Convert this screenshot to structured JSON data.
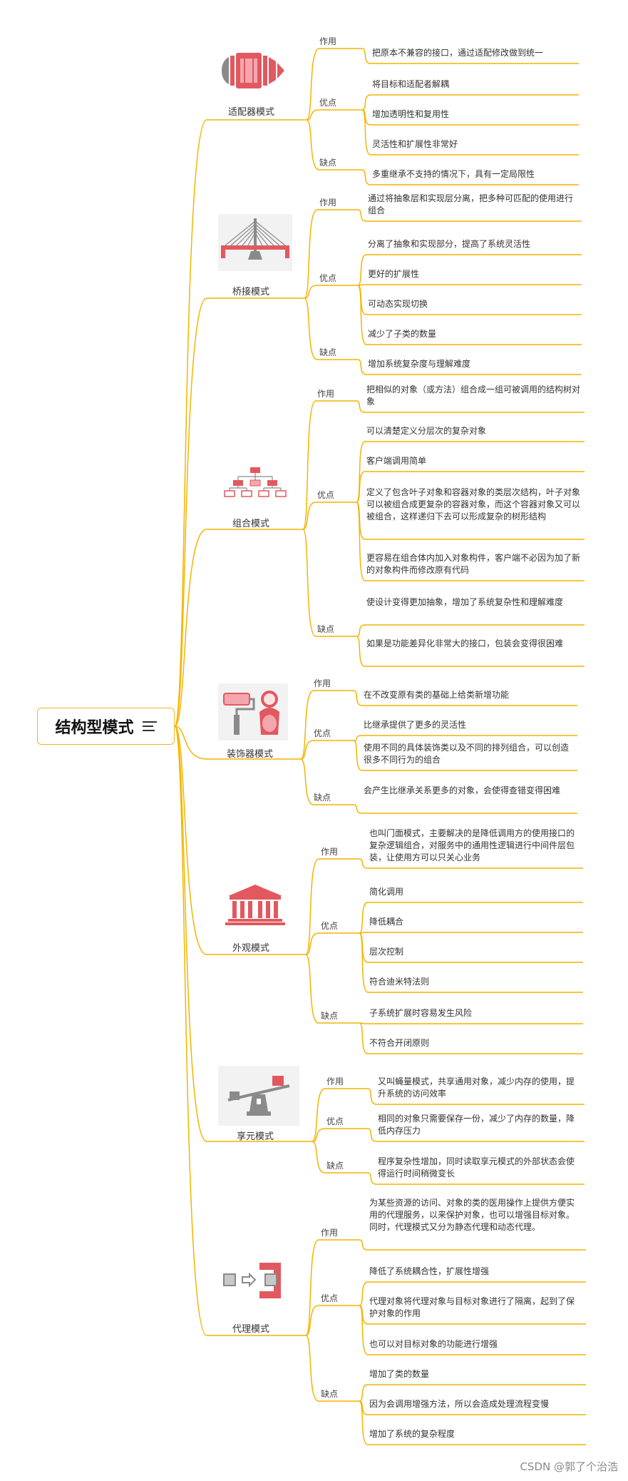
{
  "root": {
    "title": "结构型模式"
  },
  "patterns": [
    {
      "name": "适配器模式",
      "icon": "adapter-icon",
      "groups": [
        {
          "label": "作用",
          "items": [
            "把原本不兼容的接口，通过适配修改做到统一"
          ]
        },
        {
          "label": "优点",
          "items": [
            "将目标和适配者解耦",
            "增加透明性和复用性",
            "灵活性和扩展性非常好"
          ]
        },
        {
          "label": "缺点",
          "items": [
            "多重继承不支持的情况下，具有一定局限性"
          ]
        }
      ]
    },
    {
      "name": "桥接模式",
      "icon": "bridge-icon",
      "groups": [
        {
          "label": "作用",
          "items": [
            "通过将抽象层和实现层分离，把多种可匹配的使用进行组合"
          ]
        },
        {
          "label": "优点",
          "items": [
            "分离了抽象和实现部分，提高了系统灵活性",
            "更好的扩展性",
            "可动态实现切换",
            "减少了子类的数量"
          ]
        },
        {
          "label": "缺点",
          "items": [
            "增加系统复杂度与理解难度"
          ]
        }
      ]
    },
    {
      "name": "组合模式",
      "icon": "composite-tree-icon",
      "groups": [
        {
          "label": "作用",
          "items": [
            "把相似的对象（或方法）组合成一组可被调用的结构树对象"
          ]
        },
        {
          "label": "优点",
          "items": [
            "可以清楚定义分层次的复杂对象",
            "客户端调用简单",
            "定义了包含叶子对象和容器对象的类层次结构，叶子对象可以被组合成更复杂的容器对象，而这个容器对象又可以被组合，这样递归下去可以形成复杂的树形结构",
            "更容易在组合体内加入对象构件，客户端不必因为加了新的对象构件而修改原有代码"
          ]
        },
        {
          "label": "缺点",
          "items": [
            "使设计变得更加抽象，增加了系统复杂性和理解难度",
            "如果是功能差异化非常大的接口，包装会变得很困难"
          ]
        }
      ]
    },
    {
      "name": "装饰器模式",
      "icon": "decorator-icon",
      "groups": [
        {
          "label": "作用",
          "items": [
            "在不改变原有类的基础上给类新增功能"
          ]
        },
        {
          "label": "优点",
          "items": [
            "比继承提供了更多的灵活性",
            "使用不同的具体装饰类以及不同的排列组合，可以创造很多不同行为的组合"
          ]
        },
        {
          "label": "缺点",
          "items": [
            "会产生比继承关系更多的对象，会使得查错变得困难"
          ]
        }
      ]
    },
    {
      "name": "外观模式",
      "icon": "facade-building-icon",
      "groups": [
        {
          "label": "作用",
          "items": [
            "也叫门面模式，主要解决的是降低调用方的使用接口的复杂逻辑组合，对服务中的通用性逻辑进行中间件层包装，让使用方可以只关心业务"
          ]
        },
        {
          "label": "优点",
          "items": [
            "简化调用",
            "降低耦合",
            "层次控制",
            "符合迪米特法则"
          ]
        },
        {
          "label": "缺点",
          "items": [
            "子系统扩展时容易发生风险",
            "不符合开闭原则"
          ]
        }
      ]
    },
    {
      "name": "享元模式",
      "icon": "flyweight-seesaw-icon",
      "groups": [
        {
          "label": "作用",
          "items": [
            "又叫蝇量模式，共享通用对象，减少内存的使用，提升系统的访问效率"
          ]
        },
        {
          "label": "优点",
          "items": [
            "相同的对象只需要保存一份，减少了内存的数量，降低内存压力"
          ]
        },
        {
          "label": "缺点",
          "items": [
            "程序复杂性增加，同时读取享元模式的外部状态会使得运行时间稍微变长"
          ]
        }
      ]
    },
    {
      "name": "代理模式",
      "icon": "proxy-icon",
      "groups": [
        {
          "label": "作用",
          "items": [
            "为某些资源的访问、对象的类的医用操作上提供方便实用的代理服务，以来保护对象，也可以增强目标对象。同时，代理模式又分为静态代理和动态代理。"
          ]
        },
        {
          "label": "优点",
          "items": [
            "降低了系统耦合性，扩展性增强",
            "代理对象将代理对象与目标对象进行了隔离，起到了保护对象的作用",
            "也可以对目标对象的功能进行增强"
          ]
        },
        {
          "label": "缺点",
          "items": [
            "增加了类的数量",
            "因为会调用增强方法，所以会造成处理流程变慢",
            "增加了系统的复杂程度"
          ]
        }
      ]
    }
  ],
  "watermark": "CSDN @郭了个治浩",
  "colors": {
    "branch": "#f4b400",
    "root_border": "#f0b429",
    "icon_red": "#e2585f",
    "icon_pink": "#f3a6ad",
    "icon_gray": "#8a8a8a"
  }
}
